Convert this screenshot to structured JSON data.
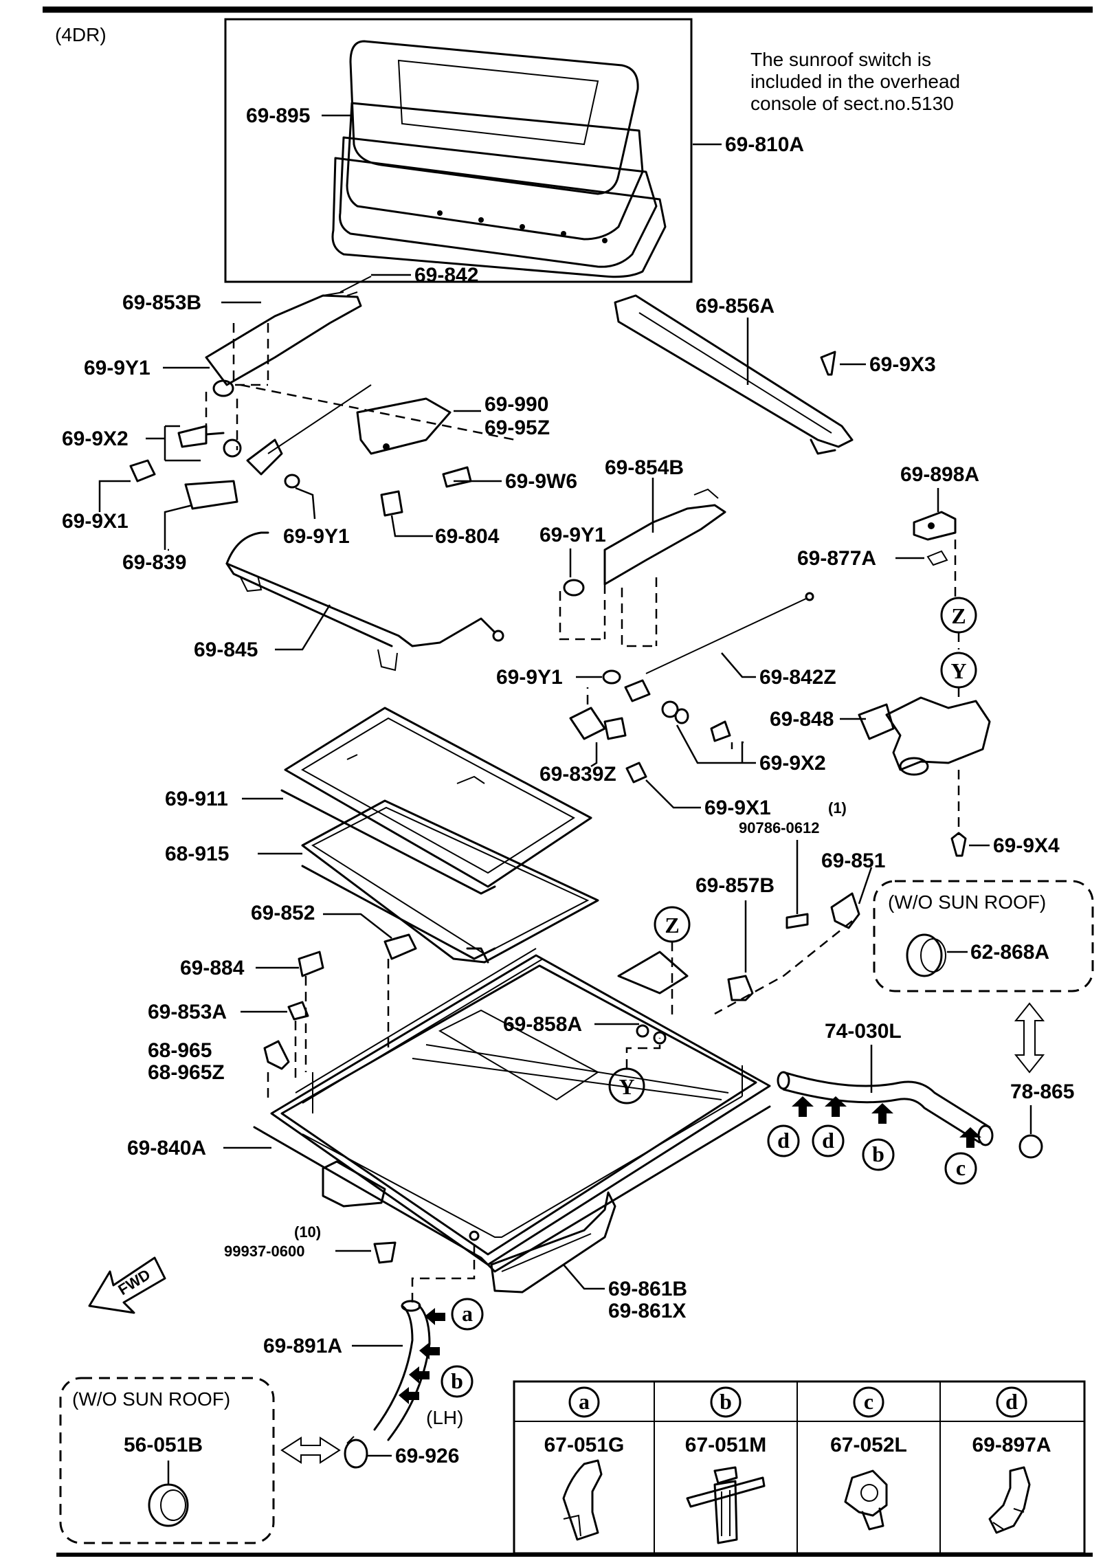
{
  "header": {
    "variant": "(4DR)"
  },
  "note": {
    "lines": [
      "The sunroof switch is",
      "included in the overhead",
      "console of sect.no.5130"
    ]
  },
  "parts": {
    "p69_895": "69-895",
    "p69_810A": "69-810A",
    "p69_853B": "69-853B",
    "p69_9Y1_a": "69-9Y1",
    "p69_842": "69-842",
    "p69_9X2_a": "69-9X2",
    "p69_9X1_a": "69-9X1",
    "p69_839": "69-839",
    "p69_9Y1_b": "69-9Y1",
    "p69_990": "69-990",
    "p69_95Z": "69-95Z",
    "p69_9W6": "69-9W6",
    "p69_804": "69-804",
    "p69_856A": "69-856A",
    "p69_9X3": "69-9X3",
    "p69_854B": "69-854B",
    "p69_898A": "69-898A",
    "p69_877A": "69-877A",
    "p69_9Y1_c": "69-9Y1",
    "p69_845": "69-845",
    "p69_9Y1_d": "69-9Y1",
    "p69_842Z": "69-842Z",
    "p69_848": "69-848",
    "p69_9X2_b": "69-9X2",
    "p69_839Z": "69-839Z",
    "p69_9X1_b": "69-9X1",
    "p69_911": "69-911",
    "p68_915": "68-915",
    "qty_1": "(1)",
    "p90786_0612": "90786-0612",
    "p69_851": "69-851",
    "p69_9X4": "69-9X4",
    "p69_857B": "69-857B",
    "p69_852": "69-852",
    "p62_868A": "62-868A",
    "p69_884": "69-884",
    "p69_853A": "69-853A",
    "p68_965": "68-965",
    "p68_965Z": "68-965Z",
    "p69_858A": "69-858A",
    "p74_030L": "74-030L",
    "p78_865": "78-865",
    "p69_840A": "69-840A",
    "qty_10": "(10)",
    "p99937_0600": "99937-0600",
    "p69_861B": "69-861B",
    "p69_861X": "69-861X",
    "p69_891A": "69-891A",
    "lh": "(LH)",
    "p56_051B": "56-051B",
    "p69_926": "69-926"
  },
  "wo_sunroof": "(W/O SUN ROOF)",
  "fwd": "FWD",
  "connectors": {
    "z": "Z",
    "y": "Y"
  },
  "clip_refs": {
    "a": "a",
    "b": "b",
    "c": "c",
    "d": "d"
  },
  "clip_table": {
    "headers": [
      "a",
      "b",
      "c",
      "d"
    ],
    "parts": [
      "67-051G",
      "67-051M",
      "67-052L",
      "69-897A"
    ]
  }
}
